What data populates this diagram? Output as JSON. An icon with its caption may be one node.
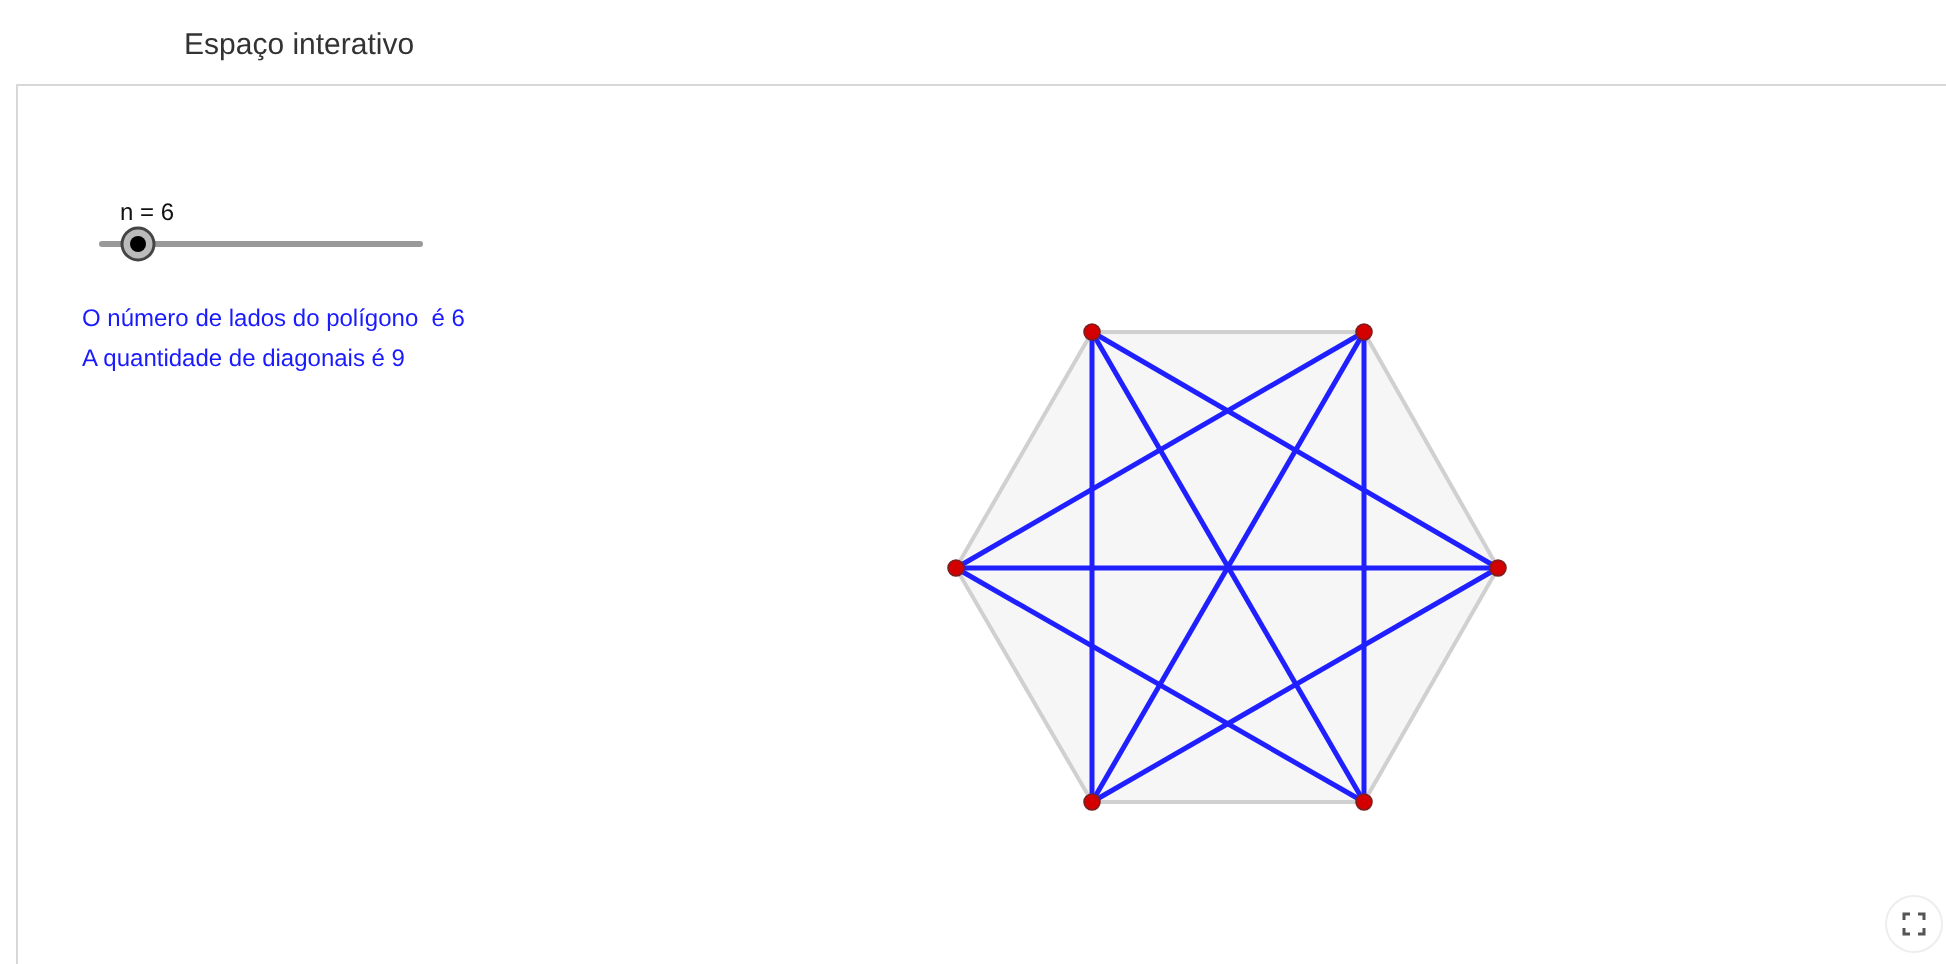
{
  "diagram": {
    "title": "Espaço interativo",
    "nodes": [
      {
        "text": [],
        "shape": "circle"
      },
      {
        "text": [],
        "shape": "circle"
      },
      {
        "text": [],
        "shape": "circle"
      },
      {
        "text": [],
        "shape": "circle"
      },
      {
        "text": [],
        "shape": "circle"
      },
      {
        "text": [],
        "shape": "circle"
      }
    ],
    "edges": [
      {
        "from": 0,
        "to": 1,
        "arrow": "none",
        "color": "#d0d0d0"
      },
      {
        "from": 1,
        "to": 3,
        "arrow": "none",
        "color": "#d0d0d0"
      },
      {
        "from": 3,
        "to": 5,
        "arrow": "none",
        "color": "#d0d0d0"
      },
      {
        "from": 5,
        "to": 4,
        "arrow": "none",
        "color": "#d0d0d0"
      },
      {
        "from": 4,
        "to": 2,
        "arrow": "none",
        "color": "#d0d0d0"
      },
      {
        "from": 2,
        "to": 0,
        "arrow": "none",
        "color": "#d0d0d0"
      },
      {
        "from": 0,
        "to": 3,
        "arrow": "none"
      },
      {
        "from": 0,
        "to": 5,
        "arrow": "none"
      },
      {
        "from": 0,
        "to": 4,
        "arrow": "none"
      },
      {
        "from": 1,
        "to": 5,
        "arrow": "none"
      },
      {
        "from": 1,
        "to": 4,
        "arrow": "none"
      },
      {
        "from": 1,
        "to": 2,
        "arrow": "none"
      },
      {
        "from": 3,
        "to": 2,
        "arrow": "none"
      },
      {
        "from": 3,
        "to": 4,
        "arrow": "none"
      },
      {
        "from": 5,
        "to": 2,
        "arrow": "none"
      }
    ],
    "labels": [
      "n = 6",
      "O número de lados do polígono  é 6",
      "A quantidade de diagonais é 9"
    ]
  }
}
